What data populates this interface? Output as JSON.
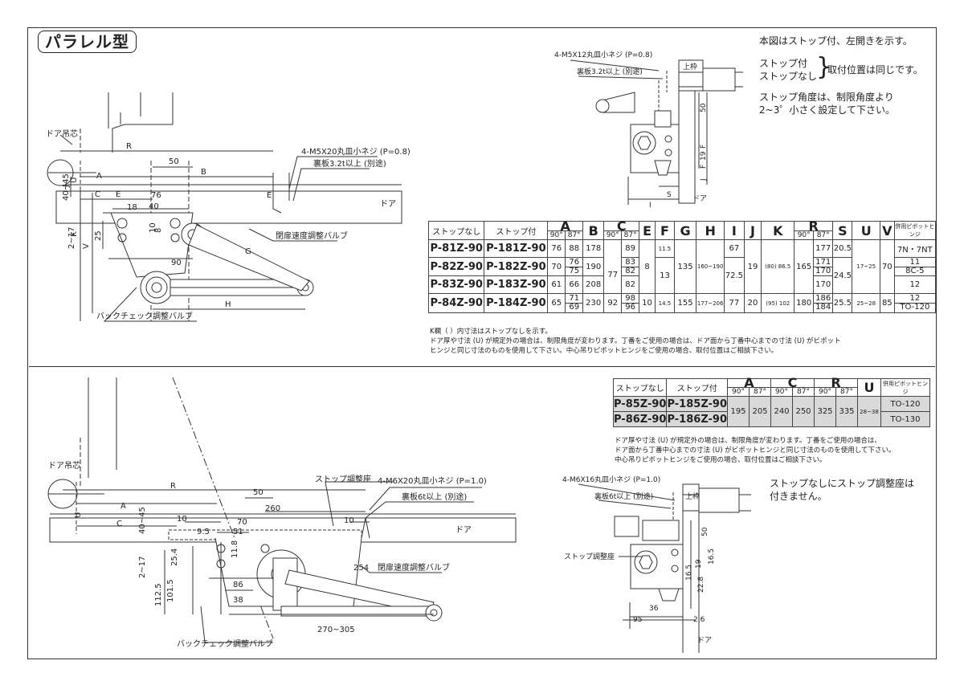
{
  "title": "パラレル型",
  "top_diagram": {
    "door_pivot": "ドア吊芯",
    "dims": [
      "R",
      "50",
      "B",
      "76",
      "40",
      "18",
      "10",
      "8",
      "E",
      "C",
      "A",
      "J",
      "U",
      "40~45",
      "2~17",
      "25",
      "K",
      "V",
      "90",
      "G",
      "H",
      "E"
    ],
    "screw": "4-M5X20丸皿小ネジ (P=0.8)",
    "backplate": "裏板3.2t以上 (別途)",
    "door": "ドア",
    "closing_valve": "閉扉速度調整バルブ",
    "backcheck_valve": "バックチェック調整バルブ"
  },
  "side_diagram": {
    "screw": "4-M5X12丸皿小ネジ (P=0.8)",
    "backplate": "裏板3.2t以上 (別途)",
    "frame": "上枠",
    "dims": [
      "50",
      "F",
      "19",
      "F",
      "J",
      "S",
      "I"
    ],
    "door": "ドア"
  },
  "right_notes": {
    "n1": "本図はストップ付、左開きを示す。",
    "n2a": "ストップ付",
    "n2b": "ストップなし",
    "n2c": "取付位置は同じです。",
    "n3": "ストップ角度は、制限角度より",
    "n4": "2~3゜小さく設定して下さい。"
  },
  "table1": {
    "h_nostop": "ストップなし",
    "h_stop": "ストップ付",
    "h_letters": [
      "A",
      "B",
      "C",
      "E",
      "F",
      "G",
      "H",
      "I",
      "J",
      "K",
      "R",
      "S",
      "U",
      "V"
    ],
    "h_angle90": "90°",
    "h_angle87": "87°",
    "h_hinge": "併用ピボットヒンジ",
    "rows": [
      {
        "ns": "P-81Z-90",
        "st": "P-181Z-90",
        "a90": "76",
        "a87": "88",
        "b": "178",
        "c90": "",
        "c87": "89",
        "f": "11.5",
        "i": "67",
        "r90": "",
        "r87": "177",
        "s": "20.5",
        "hinge": "7N・7NT"
      },
      {
        "ns": "P-82Z-90",
        "st": "P-182Z-90",
        "a90": "70",
        "a87a": "76",
        "a87b": "75",
        "b": "190",
        "c90": "77",
        "c87a": "83",
        "c87b": "82",
        "r87a": "171",
        "r87b": "170",
        "hinge_a": "11",
        "hinge_b": "8C-5"
      },
      {
        "ns": "P-83Z-90",
        "st": "P-183Z-90",
        "a90": "61",
        "a87": "66",
        "b": "208",
        "c87": "82",
        "r87": "170",
        "hinge": "12"
      },
      {
        "ns": "P-84Z-90",
        "st": "P-184Z-90",
        "a90": "65",
        "a87a": "71",
        "a87b": "69",
        "b": "230",
        "c90": "92",
        "c87a": "98",
        "c87b": "96",
        "e": "10",
        "f": "14.5",
        "g": "155",
        "h": "177~206",
        "i": "77",
        "j": "20",
        "k": "(95) 102",
        "r90": "180",
        "r87a": "186",
        "r87b": "184",
        "s": "25.5",
        "u": "25~28",
        "v": "85",
        "hinge_a": "12",
        "hinge_b": "TO-120"
      }
    ],
    "merged": {
      "e": "8",
      "f": "13",
      "g": "135",
      "h": "160~190",
      "i": "72.5",
      "j": "19",
      "k": "(80) 86.5",
      "r90": "165",
      "s": "24.5",
      "u": "17~25",
      "v": "70"
    }
  },
  "footnote1": [
    "K欄（ ）内寸法はストップなしを示す。",
    "ドア厚や寸法 (U) が規定外の場合は、制限角度が変わります。丁番をご使用の場合は、ドア面から丁番中心までの寸法 (U) がビポット",
    "ヒンジと同じ寸法のものを使用して下さい。中心吊りピボットヒンジをご使用の場合、取付位置はご相談下さい。"
  ],
  "table2": {
    "h_nostop": "ストップなし",
    "h_stop": "ストップ付",
    "h_letters": [
      "A",
      "C",
      "R",
      "U"
    ],
    "h_angle90": "90°",
    "h_angle87": "87°",
    "h_hinge": "併用ピボットヒンジ",
    "rows": [
      {
        "ns": "P-85Z-90",
        "st": "P-185Z-90",
        "hinge": "TO-120"
      },
      {
        "ns": "P-86Z-90",
        "st": "P-186Z-90",
        "hinge": "TO-130"
      }
    ],
    "merged": {
      "a90": "195",
      "a87": "205",
      "c90": "240",
      "c87": "250",
      "r90": "325",
      "r87": "335",
      "u": "28~38"
    }
  },
  "footnote2": [
    "ドア厚や寸法 (U) が規定外の場合は、制限角度が変わります。丁番をご使用の場合は、",
    "ドア面から丁番中心までの寸法 (U) がビポットヒンジと同じ寸法のものを使用して下さい。",
    "中心吊りピボットヒンジをご使用の場合、取付位置はご相談下さい。"
  ],
  "bottom_diagram": {
    "door_pivot": "ドア吊芯",
    "stop_seat": "ストップ調整座",
    "screw": "4-M6X20丸皿小ネジ (P=1.0)",
    "backplate": "裏板6t以上 (別途)",
    "door": "ドア",
    "closing_valve": "閉扉速度調整バルブ",
    "backcheck_valve": "バックチェック調整バルブ",
    "dims": [
      "R",
      "50",
      "260",
      "A",
      "10",
      "70",
      "C",
      "10",
      "9.5",
      "51",
      "40~45",
      "2~17",
      "25.4",
      "11.8",
      "112.5",
      "101.5",
      "86",
      "38",
      "254",
      "270~305",
      "U"
    ]
  },
  "bottom_side": {
    "screw": "4-M6X16丸皿小ネジ (P=1.0)",
    "backplate": "裏板6t以上 (別途)",
    "frame": "上枠",
    "stop_seat": "ストップ調整座",
    "dims": [
      "50",
      "16.5",
      "19",
      "16.5",
      "22.8",
      "36",
      "95",
      "2.6"
    ],
    "door": "ドア",
    "note1": "ストップなしにストップ調整座は",
    "note2": "付きません。"
  }
}
